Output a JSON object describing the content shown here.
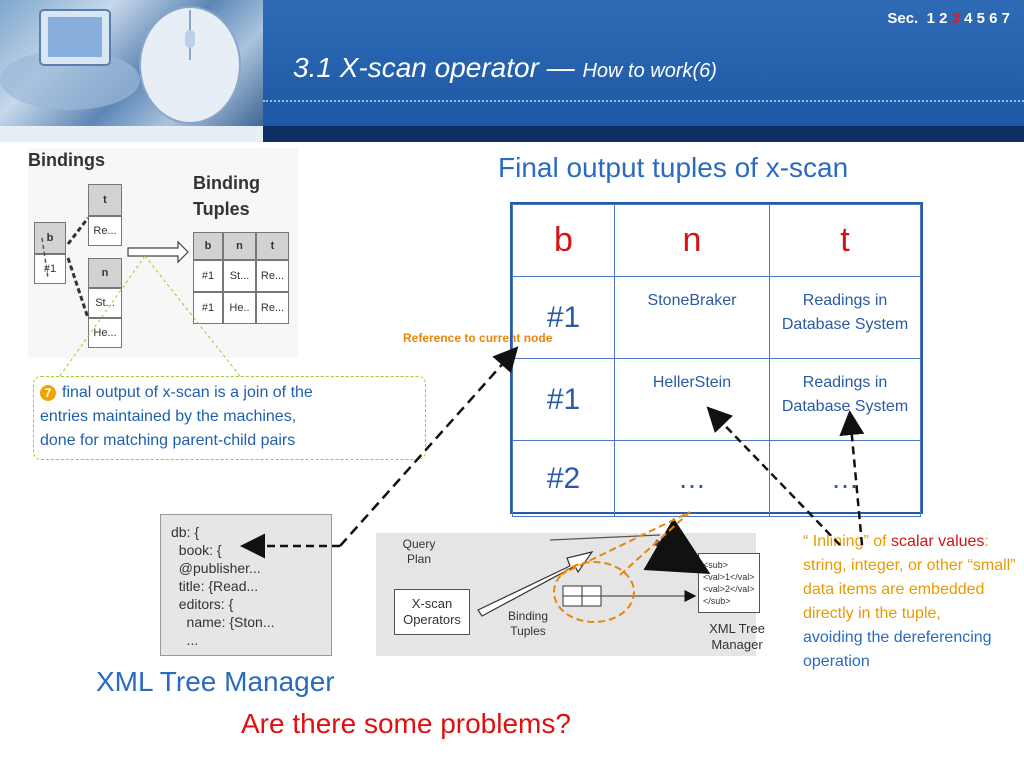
{
  "header": {
    "sec_label": "Sec.",
    "sections": [
      "1",
      "2",
      "3",
      "4",
      "5",
      "6",
      "7"
    ],
    "current_section": "3",
    "title_main": "3.1 X-scan operator —",
    "title_sub": "How to work(6)"
  },
  "bindings_figure": {
    "bindings_label": "Bindings",
    "binding_tuples_label": "Binding Tuples",
    "b_header": "b",
    "b_value": "#1",
    "t_header": "t",
    "t_value": "Re...",
    "n_header": "n",
    "n_values": [
      "St...",
      "He..."
    ],
    "tuple_headers": [
      "b",
      "n",
      "t"
    ],
    "tuple_rows": [
      [
        "#1",
        "St...",
        "Re..."
      ],
      [
        "#1",
        "He..",
        "Re..."
      ]
    ]
  },
  "callout": {
    "number": "7",
    "text_line1": "final output of x-scan is a join of the",
    "text_line2": "entries maintained by the machines,",
    "text_line3": "done for matching parent-child pairs"
  },
  "final_output": {
    "title": "Final output tuples of x-scan",
    "headers": [
      "b",
      "n",
      "t"
    ],
    "rows": [
      {
        "b": "#1",
        "n": "StoneBraker",
        "t": "Readings in Database System"
      },
      {
        "b": "#1",
        "n": "HellerStein",
        "t": "Readings in Database System"
      },
      {
        "b": "#2",
        "n": "…",
        "t": "…"
      }
    ]
  },
  "reference_label": "Reference to current node",
  "xml_panel": {
    "lines": [
      "db: {",
      "  book: {",
      "  @publisher...",
      "  title: {Read...",
      "  editors: {",
      "    name: {Ston...",
      "    ..."
    ]
  },
  "xml_tree_manager_label": "XML Tree Manager",
  "question": "Are there some problems?",
  "query_plan": {
    "query_plan_label": "Query Plan",
    "xscan_label": "X-scan Operators",
    "binding_tuples_label": "Binding Tuples",
    "xml_lines": [
      "<sub>",
      "<val>1</val>",
      "<val>2</val>",
      "</sub>"
    ],
    "xml_tree_manager_label": "XML Tree Manager"
  },
  "inlining_note": {
    "open": "“ Inlining” of ",
    "scalar": "scalar values",
    "rest": ": string, integer, or other “small” data items are embedded directly in the tuple,",
    "tail": "avoiding the dereferencing operation"
  },
  "colors": {
    "header_blue": "#1d58a6",
    "accent_red": "#d21414",
    "text_blue": "#2a6bbf",
    "callout_border": "#9acd32",
    "orange": "#e8860c"
  }
}
